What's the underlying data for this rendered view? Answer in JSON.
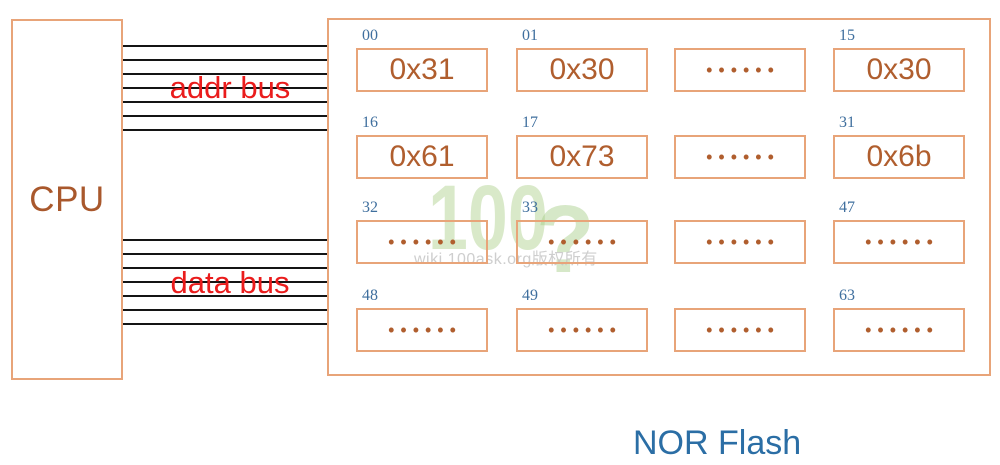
{
  "cpu": {
    "label": "CPU"
  },
  "buses": [
    {
      "id": "addr",
      "label": "addr bus",
      "line_count": 7
    },
    {
      "id": "data",
      "label": "data bus",
      "line_count": 7
    }
  ],
  "flash": {
    "title": "NOR Flash",
    "grid": {
      "rows": [
        [
          {
            "addr": "00",
            "value": "0x31",
            "type": "hex"
          },
          {
            "addr": "01",
            "value": "0x30",
            "type": "hex"
          },
          {
            "addr": "",
            "value": "••••••",
            "type": "dots"
          },
          {
            "addr": "15",
            "value": "0x30",
            "type": "hex"
          }
        ],
        [
          {
            "addr": "16",
            "value": "0x61",
            "type": "hex"
          },
          {
            "addr": "17",
            "value": "0x73",
            "type": "hex"
          },
          {
            "addr": "",
            "value": "••••••",
            "type": "dots"
          },
          {
            "addr": "31",
            "value": "0x6b",
            "type": "hex"
          }
        ],
        [
          {
            "addr": "32",
            "value": "••••••",
            "type": "dots"
          },
          {
            "addr": "33",
            "value": "••••••",
            "type": "dots"
          },
          {
            "addr": "",
            "value": "••••••",
            "type": "dots"
          },
          {
            "addr": "47",
            "value": "••••••",
            "type": "dots"
          }
        ],
        [
          {
            "addr": "48",
            "value": "••••••",
            "type": "dots"
          },
          {
            "addr": "49",
            "value": "••••••",
            "type": "dots"
          },
          {
            "addr": "",
            "value": "••••••",
            "type": "dots"
          },
          {
            "addr": "63",
            "value": "••••••",
            "type": "dots"
          }
        ]
      ]
    }
  },
  "watermark": {
    "logo_text": "100",
    "logo_mark": "?",
    "caption": "wiki.100ask.org版权所有"
  },
  "colors": {
    "box_border": "#e8a479",
    "cpu_text": "#a9582c",
    "cell_value_text": "#b05e2e",
    "cell_addr_text": "#3f6f9e",
    "bus_text": "#ea1c1c",
    "bus_line": "#141414",
    "flash_title_text": "#2b6ea5"
  }
}
